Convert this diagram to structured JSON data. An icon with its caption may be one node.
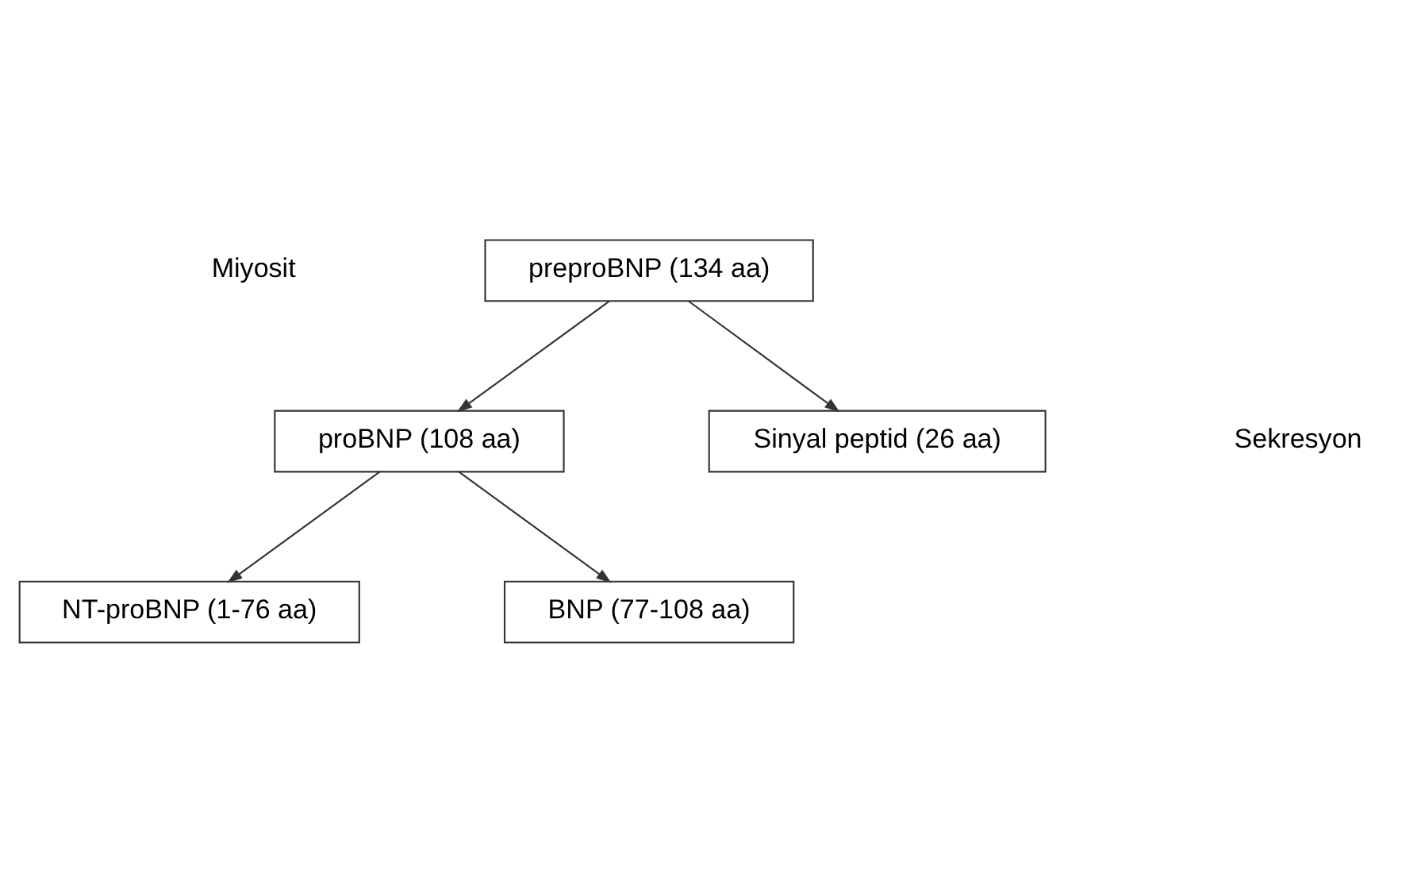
{
  "diagram": {
    "nodes": [
      {
        "text": [
          "preproBNP (134 aa)"
        ]
      },
      {
        "text": [
          "proBNP (108 aa)"
        ]
      },
      {
        "text": [
          "Sinyal peptid (26 aa)"
        ]
      },
      {
        "text": [
          "NT-proBNP (1-76 aa)"
        ]
      },
      {
        "text": [
          "BNP (77-108 aa)"
        ]
      }
    ],
    "edges": [
      {
        "from": 0,
        "to": 1,
        "arrow": "to"
      },
      {
        "from": 0,
        "to": 2,
        "arrow": "to"
      },
      {
        "from": 1,
        "to": 3,
        "arrow": "to"
      },
      {
        "from": 1,
        "to": 4,
        "arrow": "to"
      }
    ],
    "labels": [
      "Miyosit",
      "Sekresyon"
    ]
  }
}
